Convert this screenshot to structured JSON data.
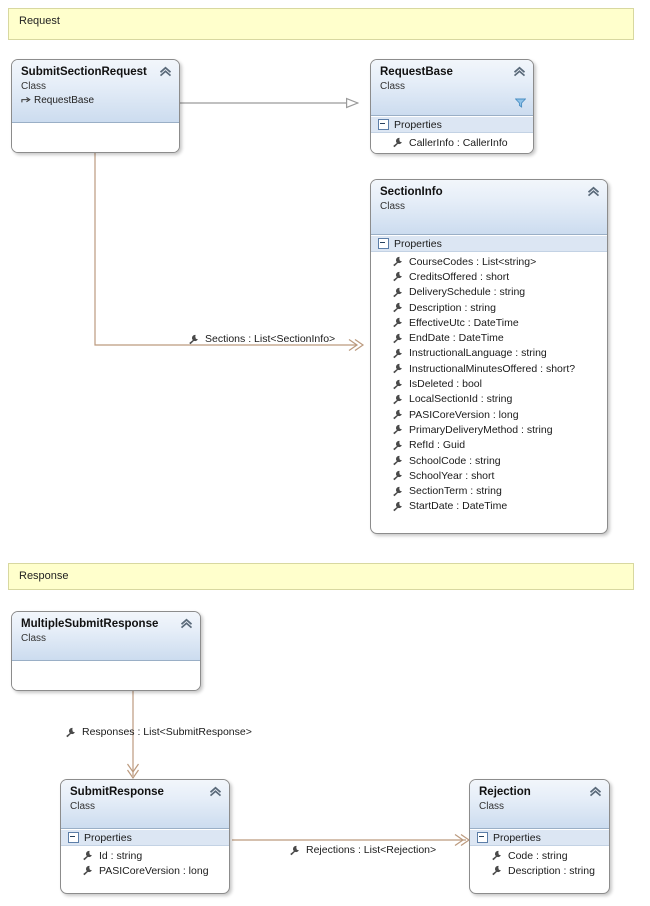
{
  "diagram": {
    "title": "Class Diagram",
    "type": "uml-class-diagram",
    "colors": {
      "banner_fill": "#ffffcc",
      "banner_border": "#d8d8a0",
      "class_border": "#8c8c8c",
      "header_gradient_top": "#f2f6fb",
      "header_gradient_bottom": "#ccdcef",
      "compartment_header": "#dce6f3",
      "association_line": "#bc9a7e",
      "inheritance_line": "#9a9a9a",
      "funnel_icon": "#5b9bd5"
    }
  },
  "banners": [
    {
      "label": "Request"
    },
    {
      "label": "Response"
    }
  ],
  "classes": [
    {
      "name": "SubmitSectionRequest",
      "stereotype": "Class",
      "base": "RequestBase",
      "base_icon": "inheritance-arrow-icon",
      "collapse_icon": "chevron-up-icon",
      "has_filter_icon": false,
      "sections": []
    },
    {
      "name": "RequestBase",
      "stereotype": "Class",
      "base": null,
      "collapse_icon": "chevron-up-icon",
      "has_filter_icon": true,
      "filter_icon": "funnel-icon",
      "sections": [
        {
          "label": "Properties",
          "members": [
            {
              "text": "CallerInfo : CallerInfo",
              "icon": "property-wrench-icon"
            }
          ]
        }
      ]
    },
    {
      "name": "SectionInfo",
      "stereotype": "Class",
      "base": null,
      "collapse_icon": "chevron-up-icon",
      "has_filter_icon": false,
      "sections": [
        {
          "label": "Properties",
          "members": [
            {
              "text": "CourseCodes : List<string>",
              "icon": "property-wrench-icon"
            },
            {
              "text": "CreditsOffered : short",
              "icon": "property-wrench-icon"
            },
            {
              "text": "DeliverySchedule : string",
              "icon": "property-wrench-icon"
            },
            {
              "text": "Description : string",
              "icon": "property-wrench-icon"
            },
            {
              "text": "EffectiveUtc : DateTime",
              "icon": "property-wrench-icon"
            },
            {
              "text": "EndDate : DateTime",
              "icon": "property-wrench-icon"
            },
            {
              "text": "InstructionalLanguage : string",
              "icon": "property-wrench-icon"
            },
            {
              "text": "InstructionalMinutesOffered : short?",
              "icon": "property-wrench-icon"
            },
            {
              "text": "IsDeleted : bool",
              "icon": "property-wrench-icon"
            },
            {
              "text": "LocalSectionId : string",
              "icon": "property-wrench-icon"
            },
            {
              "text": "PASICoreVersion : long",
              "icon": "property-wrench-icon"
            },
            {
              "text": "PrimaryDeliveryMethod : string",
              "icon": "property-wrench-icon"
            },
            {
              "text": "RefId : Guid",
              "icon": "property-wrench-icon"
            },
            {
              "text": "SchoolCode : string",
              "icon": "property-wrench-icon"
            },
            {
              "text": "SchoolYear : short",
              "icon": "property-wrench-icon"
            },
            {
              "text": "SectionTerm : string",
              "icon": "property-wrench-icon"
            },
            {
              "text": "StartDate : DateTime",
              "icon": "property-wrench-icon"
            }
          ]
        }
      ]
    },
    {
      "name": "MultipleSubmitResponse",
      "stereotype": "Class",
      "base": null,
      "collapse_icon": "chevron-up-icon",
      "has_filter_icon": false,
      "sections": []
    },
    {
      "name": "SubmitResponse",
      "stereotype": "Class",
      "base": null,
      "collapse_icon": "chevron-up-icon",
      "has_filter_icon": false,
      "sections": [
        {
          "label": "Properties",
          "members": [
            {
              "text": "Id : string",
              "icon": "property-wrench-icon"
            },
            {
              "text": "PASICoreVersion : long",
              "icon": "property-wrench-icon"
            }
          ]
        }
      ]
    },
    {
      "name": "Rejection",
      "stereotype": "Class",
      "base": null,
      "collapse_icon": "chevron-up-icon",
      "has_filter_icon": false,
      "sections": [
        {
          "label": "Properties",
          "members": [
            {
              "text": "Code : string",
              "icon": "property-wrench-icon"
            },
            {
              "text": "Description : string",
              "icon": "property-wrench-icon"
            }
          ]
        }
      ]
    }
  ],
  "associations": [
    {
      "label": "Sections : List<SectionInfo>",
      "icon": "property-wrench-icon",
      "from": "SubmitSectionRequest",
      "to": "SectionInfo"
    },
    {
      "label": "Responses : List<SubmitResponse>",
      "icon": "property-wrench-icon",
      "from": "MultipleSubmitResponse",
      "to": "SubmitResponse"
    },
    {
      "label": "Rejections : List<Rejection>",
      "icon": "property-wrench-icon",
      "from": "SubmitResponse",
      "to": "Rejection"
    }
  ],
  "inheritances": [
    {
      "from": "SubmitSectionRequest",
      "to": "RequestBase"
    }
  ]
}
